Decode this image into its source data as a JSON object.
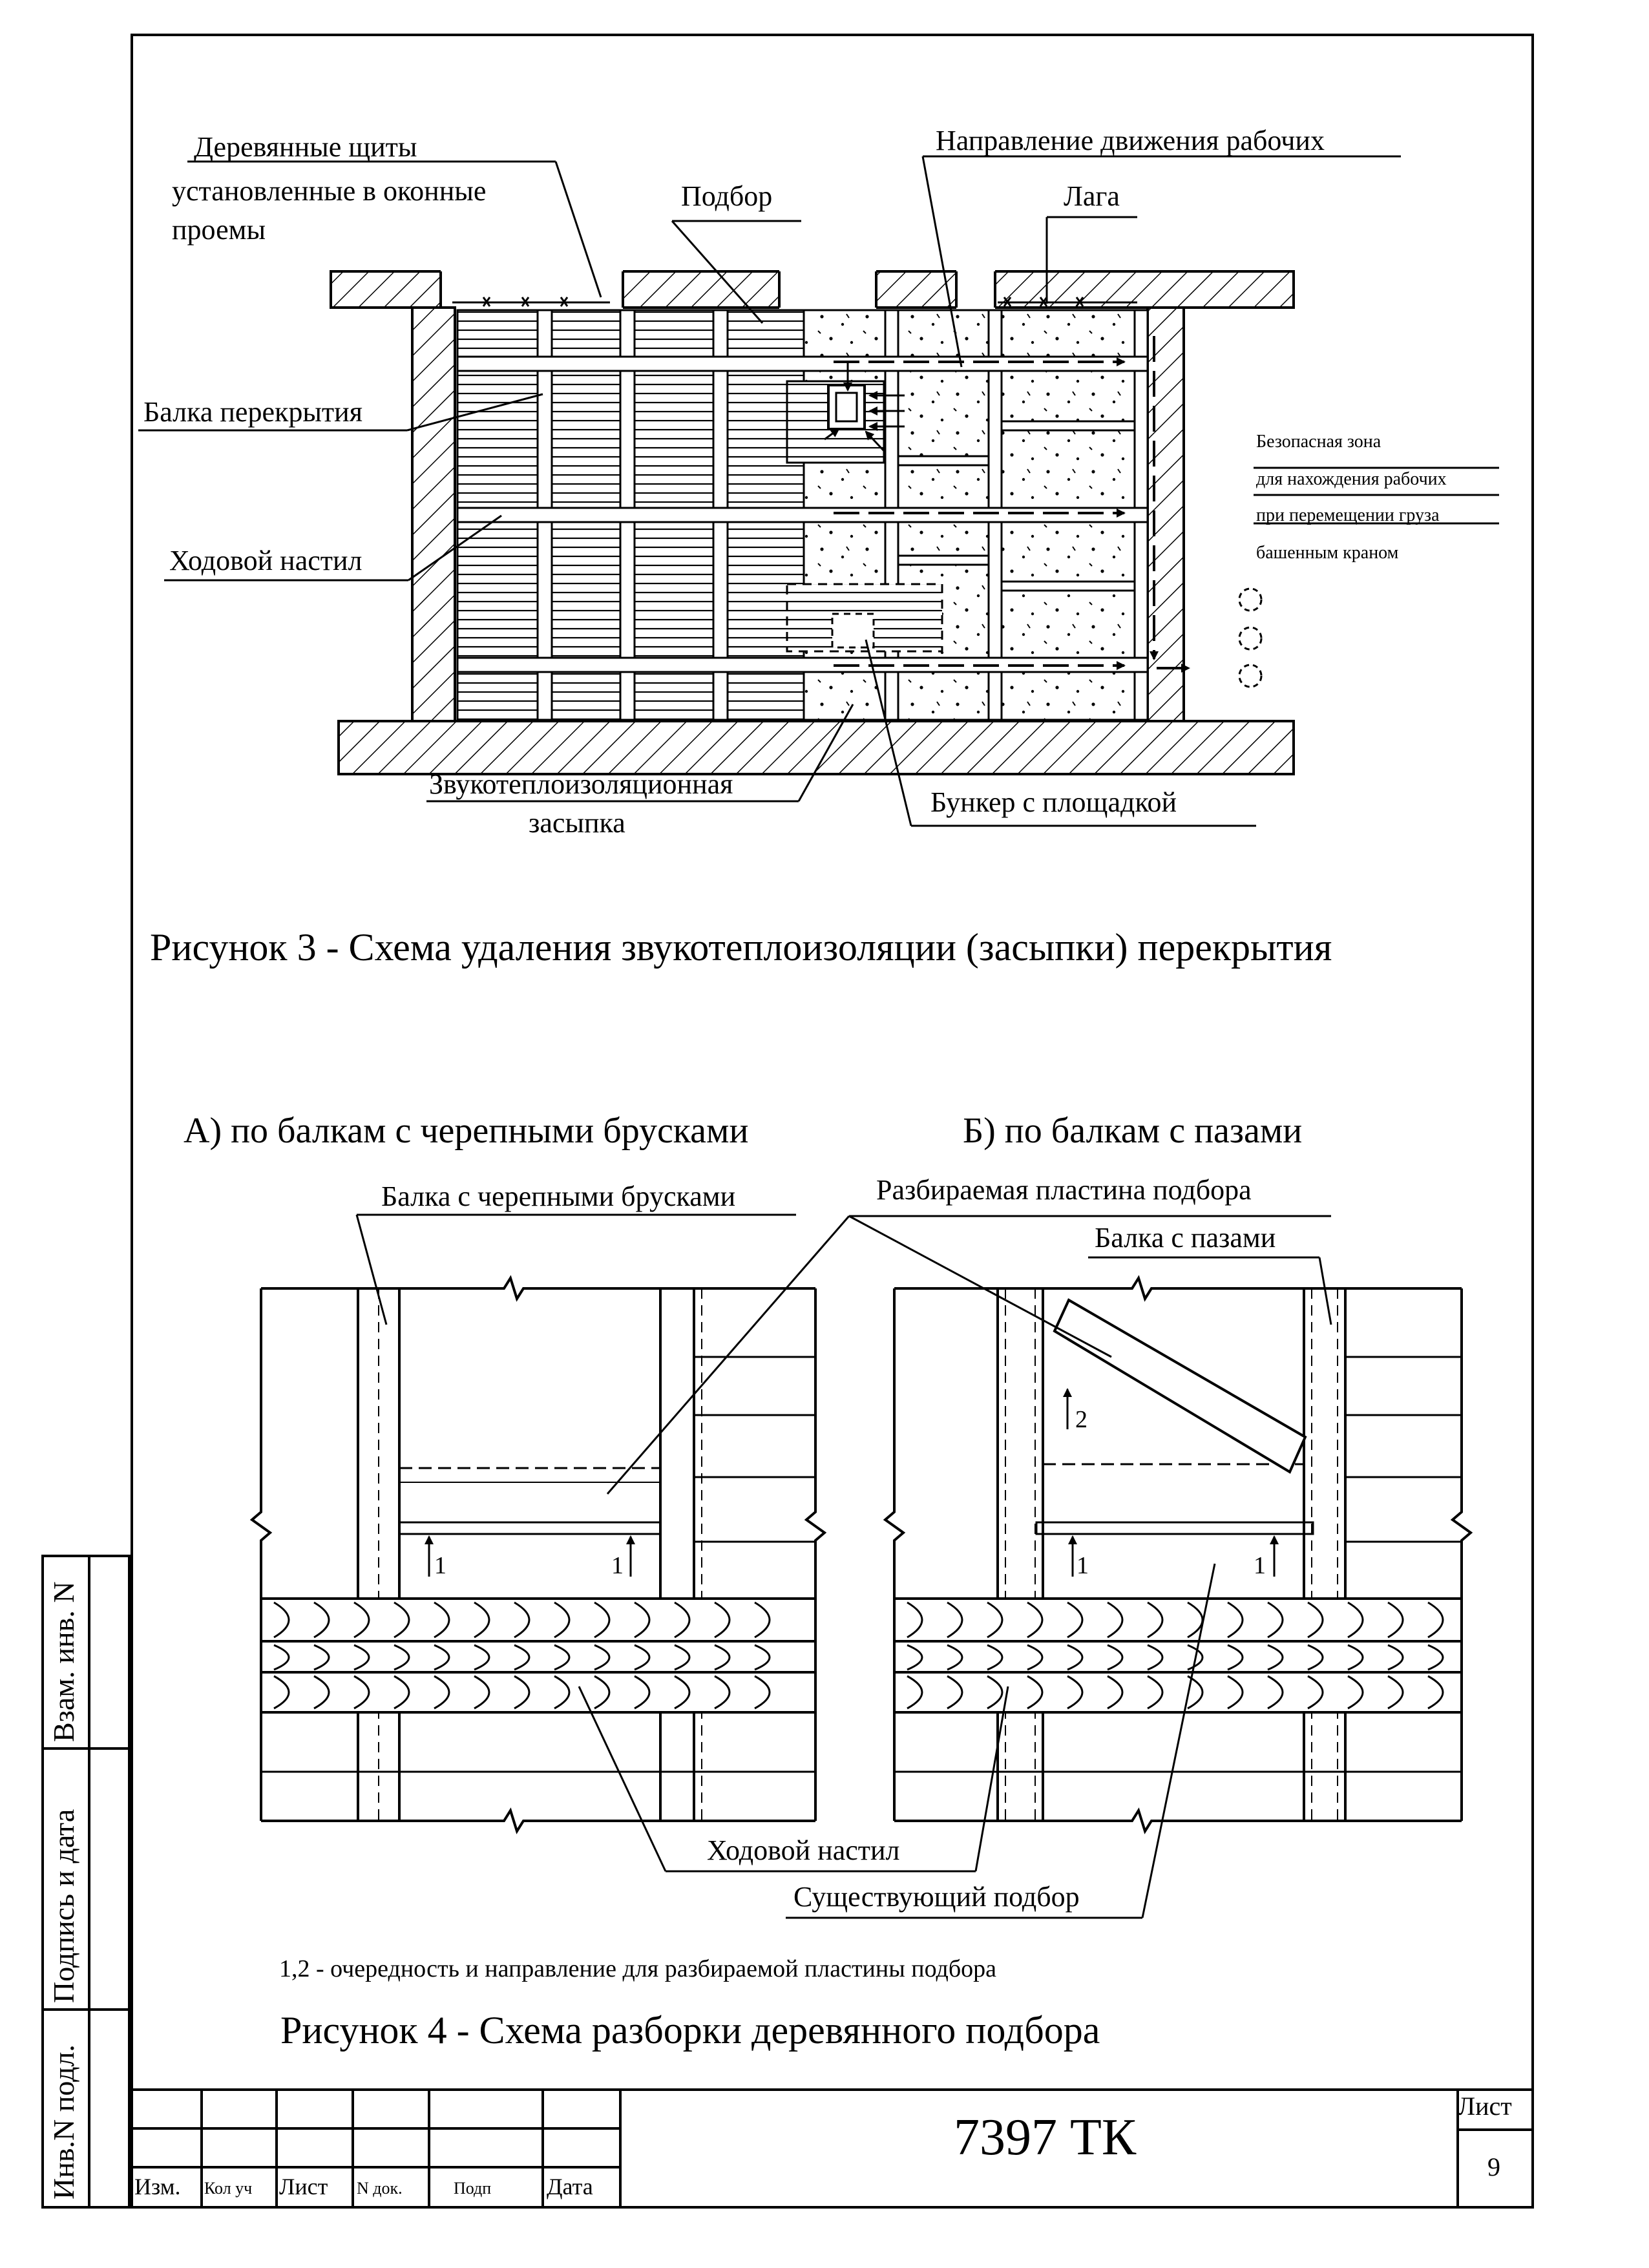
{
  "figure3": {
    "callouts": {
      "wooden_shields": [
        "Деревянные щиты",
        "установленные в оконные",
        "проемы"
      ],
      "podbor": "Подбор",
      "direction": "Направление движения рабочих",
      "laga": "Лага",
      "beam": "Балка перекрытия",
      "walkway": "Ходовой настил",
      "safe_zone": [
        "Безопасная зона",
        "для нахождения рабочих",
        "при перемещении груза",
        "башенным краном"
      ],
      "fill": [
        "Звукотеплоизоляционная",
        "засыпка"
      ],
      "bunker": "Бункер с площадкой"
    },
    "caption": "Рисунок 3 - Схема удаления звукотеплоизоляции (засыпки) перекрытия"
  },
  "figure4": {
    "subtitle_a": "А) по балкам с черепными брусками",
    "subtitle_b": "Б) по балкам с пазами",
    "callouts": {
      "beam_bars": "Балка с черепными брусками",
      "plate": "Разбираемая пластина подбора",
      "beam_grooves": "Балка с пазами",
      "walkway": "Ходовой настил",
      "existing": "Существующий подбор"
    },
    "marks": {
      "one": "1",
      "two": "2"
    },
    "note": "1,2 - очередность и направление для разбираемой пластины подбора",
    "caption": "Рисунок 4 - Схема разборки деревянного подбора"
  },
  "side": {
    "inv_podl": "Инв.N подл.",
    "signature": "Подпись и дата",
    "vzam": "Взам. инв. N"
  },
  "stamp": {
    "cols": {
      "izm": "Изм.",
      "kol": "Кол уч",
      "list": "Лист",
      "ndok": "N док.",
      "podp": "Подп",
      "data": "Дата"
    },
    "code": "7397 ТК",
    "sheet_label": "Лист",
    "sheet_no": "9"
  }
}
